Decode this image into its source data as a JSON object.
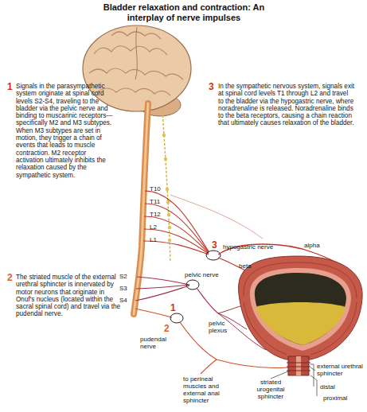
{
  "diagram": {
    "title": "Bladder relaxation and contraction: An interplay of nerve impulses",
    "labels": [
      "1",
      "Signals in the parasympathetic system originate at spinal cord levels S2-S4, traveling to the bladder via the pelvic nerve and binding to muscarinic receptors—specifically M2 and M3 subtypes. When M3 subtypes are set in motion, they trigger a chain of events that leads to muscle contraction. M2 receptor activation ultimately inhibits the relaxation caused by the sympathetic system.",
      "3",
      "In the sympathetic nervous system, signals exit at spinal cord levels T1 through L2 and travel to the bladder via the hypogastric nerve, where noradrenaline is released. Noradrenaline binds to the beta receptors, causing a chain reaction that ultimately causes relaxation of the bladder.",
      "T10",
      "T11",
      "T12",
      "L2",
      "L1",
      "3",
      "hypogastric nerve",
      "alpha",
      "beta",
      "S2",
      "S3",
      "S4",
      "pelvic nerve",
      "2",
      "The striated muscle of the external urethral sphincter is innervated by motor neurons that originate in Onuf's nucleus (located within the sacral spinal cord) and travel via the pudendal nerve.",
      "1",
      "pelvic plexus",
      "2",
      "pudendal nerve",
      "to perineal muscles and external anal sphincter",
      "striated urogenital sphincter",
      "external urethral sphincter",
      "distal",
      "proximal"
    ]
  }
}
